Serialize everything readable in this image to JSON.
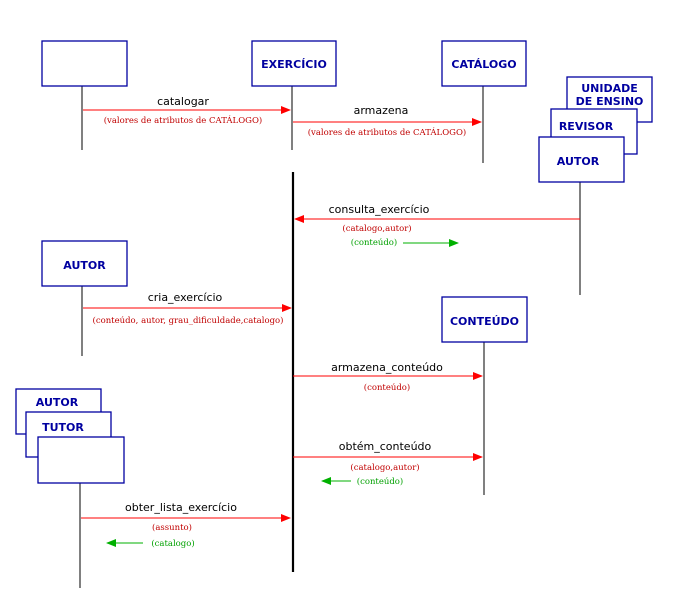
{
  "colors": {
    "box_stroke": "#0000a0",
    "box_text": "#0000a0",
    "message_arrow": "#ff0000",
    "return_arrow": "#00b000",
    "param_text": "#c00000",
    "return_text": "#00a000"
  },
  "objects": {
    "top_left": "",
    "exercicio": "EXERCÍCIO",
    "catalogo": "CATÁLOGO",
    "unidade_line1": "UNIDADE",
    "unidade_line2": "DE ENSINO",
    "revisor": "REVISOR",
    "autor_right": "AUTOR",
    "autor_left": "AUTOR",
    "conteudo": "CONTEÚDO",
    "autor_stack": "AUTOR",
    "tutor_stack": "TUTOR",
    "bottom_left": ""
  },
  "messages": {
    "catalogar": {
      "label": "catalogar",
      "params": "(valores de atributos de CATÁLOGO)"
    },
    "armazena": {
      "label": "armazena",
      "params": "(valores de atributos de CATÁLOGO)"
    },
    "consulta_exercicio": {
      "label": "consulta_exercício",
      "params": "(catalogo,autor)",
      "return": "(conteúdo)"
    },
    "cria_exercicio": {
      "label": "cria_exercício",
      "params": "(conteúdo, autor, grau_dificuldade,catalogo)"
    },
    "armazena_conteudo": {
      "label": "armazena_conteúdo",
      "params": "(conteúdo)"
    },
    "obtem_conteudo": {
      "label": "obtém_conteúdo",
      "params": "(catalogo,autor)",
      "return": "(conteúdo)"
    },
    "obter_lista_exercicio": {
      "label": "obter_lista_exercício",
      "params": "(assunto)",
      "return": "(catalogo)"
    }
  }
}
